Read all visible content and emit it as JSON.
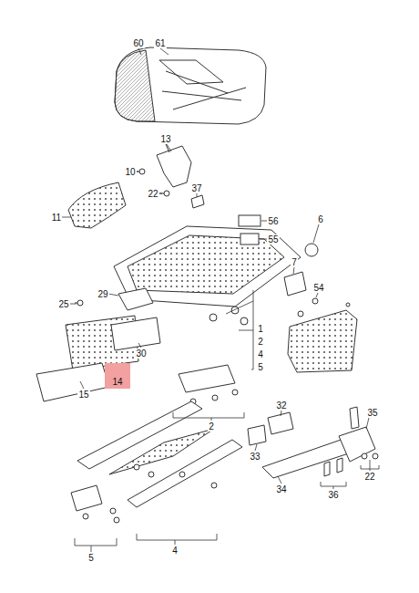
{
  "diagram": {
    "nodes": [
      {
        "text": [
          "14"
        ]
      }
    ],
    "labels": [
      "60",
      "61",
      "13",
      "10",
      "22",
      "37",
      "56",
      "11",
      "55",
      "6",
      "7",
      "54",
      "25",
      "29",
      "1",
      "2",
      "4",
      "5",
      "30",
      "15",
      "2",
      "32",
      "35",
      "33",
      "34",
      "36",
      "22",
      "4",
      "5"
    ]
  }
}
